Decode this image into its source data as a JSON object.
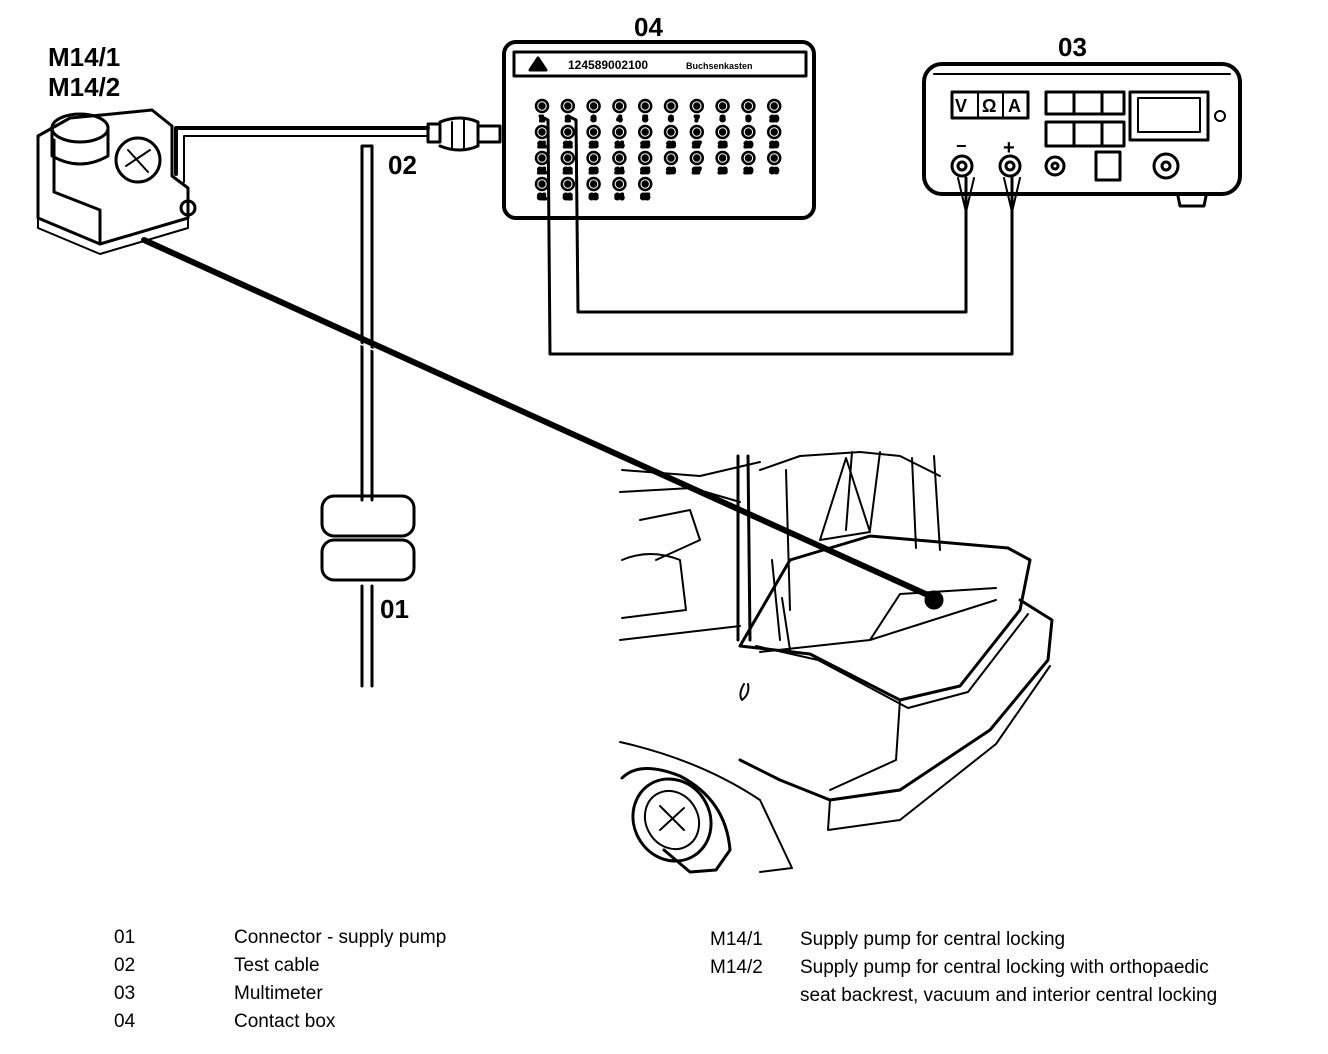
{
  "labels": {
    "component_m14_1": "M14/1",
    "component_m14_2": "M14/2",
    "item_01": "01",
    "item_02": "02",
    "item_03": "03",
    "item_04": "04"
  },
  "contact_box": {
    "part_number": "124589002100",
    "name": "Buchsenkasten",
    "socket_numbers": [
      "1",
      "2",
      "3",
      "4",
      "5",
      "6",
      "7",
      "8",
      "9",
      "10",
      "11",
      "12",
      "13",
      "14",
      "15",
      "16",
      "17",
      "18",
      "19",
      "20",
      "21",
      "22",
      "23",
      "24",
      "25",
      "26",
      "27",
      "28",
      "29",
      "30",
      "31",
      "32",
      "33",
      "34",
      "35"
    ]
  },
  "multimeter": {
    "mode_keys": [
      "V",
      "Ω",
      "A"
    ],
    "terminal_minus": "−",
    "terminal_plus": "+"
  },
  "legend": {
    "left": [
      {
        "code": "01",
        "text": "Connector - supply pump"
      },
      {
        "code": "02",
        "text": "Test cable"
      },
      {
        "code": "03",
        "text": "Multimeter"
      },
      {
        "code": "04",
        "text": "Contact box"
      }
    ],
    "right": [
      {
        "code": "M14/1",
        "text": "Supply pump for central locking"
      },
      {
        "code": "M14/2",
        "text": "Supply pump for central locking with orthopaedic"
      },
      {
        "code": "",
        "text": "seat backrest, vacuum and interior central locking"
      }
    ]
  }
}
